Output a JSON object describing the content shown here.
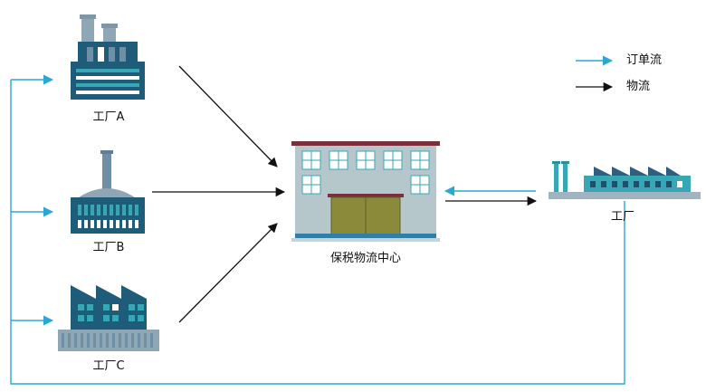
{
  "nodes": {
    "factory_a": {
      "label": "工厂A"
    },
    "factory_b": {
      "label": "工厂B"
    },
    "factory_c": {
      "label": "工厂C"
    },
    "bonded_center": {
      "label": "保税物流中心"
    },
    "factory_right": {
      "label": "工厂"
    }
  },
  "legend": {
    "order_flow": {
      "label": "订单流",
      "color": "#29a8d6"
    },
    "logistics": {
      "label": "物流",
      "color": "#111111"
    }
  },
  "colors": {
    "factory_dark": "#1f5c7a",
    "factory_mid": "#2f6f8f",
    "factory_teal": "#37a7b5",
    "factory_gray": "#6e8fa5",
    "building_wall": "#b6c7cc",
    "building_roof": "#7a2f3a",
    "door": "#8a8a3a"
  }
}
